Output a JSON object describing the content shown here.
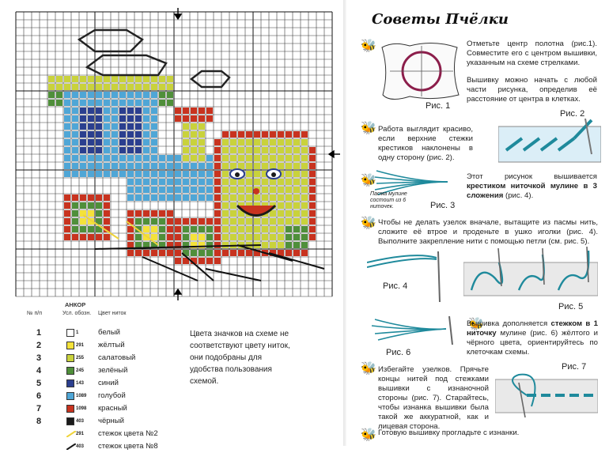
{
  "legend": {
    "anchor_header": "АНКОР",
    "col_number": "№ п/п",
    "col_symbol": "Усл. обозн.",
    "col_color": "Цвет ниток",
    "rows": [
      {
        "num": "1",
        "code": "1",
        "label": "белый",
        "color": "#ffffff"
      },
      {
        "num": "2",
        "code": "291",
        "label": "жёлтый",
        "color": "#f4e23a"
      },
      {
        "num": "3",
        "code": "255",
        "label": "салатовый",
        "color": "#c9d23c"
      },
      {
        "num": "4",
        "code": "245",
        "label": "зелёный",
        "color": "#4f8f3a"
      },
      {
        "num": "5",
        "code": "143",
        "label": "синий",
        "color": "#2b3f8f"
      },
      {
        "num": "6",
        "code": "1089",
        "label": "голубой",
        "color": "#4fa6d6"
      },
      {
        "num": "7",
        "code": "1098",
        "label": "красный",
        "color": "#c8331f"
      },
      {
        "num": "8",
        "code": "403",
        "label": "чёрный",
        "color": "#1a1a1a"
      }
    ],
    "stitch_rows": [
      {
        "code": "291",
        "label": "стежок цвета №2",
        "color": "#f0d43a"
      },
      {
        "code": "403",
        "label": "стежок цвета №8",
        "color": "#1a1a1a"
      }
    ]
  },
  "note": "Цвета значков на схеме не соответствуют цвету ниток, они подобраны для удобства пользования схемой.",
  "tips": {
    "title": "Советы Пчёлки",
    "p1": "Отметьте центр полотна (рис.1). Совместите его с центром вышивки, указанным на схеме стрелками.",
    "p2": "Вышивку можно начать с любой части рисунка, определив её расстояние от центра в клетках.",
    "fig1": "Рис. 1",
    "p3": "Работа выглядит красиво, если верхние стежки крестиков наклонены в одну сторону (рис. 2).",
    "fig2": "Рис. 2",
    "p4_a": "Этот рисунок вышивается",
    "p4_b": "крестиком ниточкой мулине в 3 сложения",
    "p4_c": "(рис. 4).",
    "fig3": "Рис. 3",
    "fig3_caption": "Пасма мулине состоит из 6 ниточек.",
    "p5": "Чтобы не делать узелок вначале, вытащите из пасмы нить, сложите её втрое и проденьте в ушко иголки (рис. 4). Выполните закрепление нити с помощью петли (см. рис. 5).",
    "fig4": "Рис. 4",
    "fig5": "Рис. 5",
    "p6_a": "Вышивка дополняется",
    "p6_b": "стежком в 1 ниточку",
    "p6_c": "мулине (рис. 6) жёлтого и чёрного цвета, ориентируйтесь по клеточкам схемы.",
    "fig6": "Рис. 6",
    "p7": "Избегайте узелков. Прячьте концы нитей под стежками вышивки с изнаночной стороны (рис. 7). Старайтесь, чтобы изнанка вышивки была такой же аккуратной, как и лицевая сторона.",
    "fig7": "Рис. 7",
    "p8": "Готовую вышивку прогладьте с изнанки."
  }
}
